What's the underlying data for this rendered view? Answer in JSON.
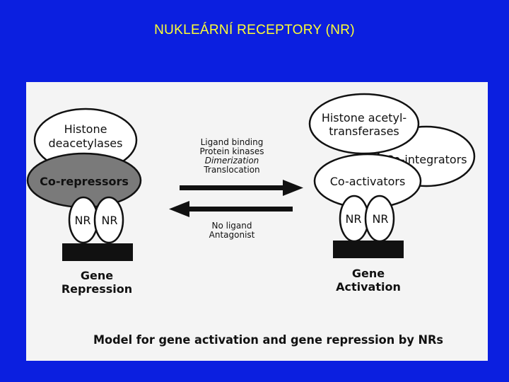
{
  "slide": {
    "title": "NUKLEÁRNÍ RECEPTORY (NR)"
  },
  "left": {
    "histone_line1": "Histone",
    "histone_line2": "deacetylases",
    "corepressors": "Co-repressors",
    "nr_a": "NR",
    "nr_b": "NR",
    "gene_line1": "Gene",
    "gene_line2": "Repression"
  },
  "middle": {
    "top_lines": [
      "Ligand binding",
      "Protein kinases",
      "Dimerization",
      "Translocation"
    ],
    "bottom_lines": [
      "No ligand",
      "Antagonist"
    ]
  },
  "right": {
    "hat_line1": "Histone acetyl-",
    "hat_line2": "transferases",
    "cointegrators": "Co-integrators",
    "coactivators": "Co-activators",
    "nr_a": "NR",
    "nr_b": "NR",
    "gene_line1": "Gene",
    "gene_line2": "Activation"
  },
  "caption": "Model for gene activation and gene repression by NRs",
  "colors": {
    "background": "#0b1fe0",
    "title": "#ffff33",
    "corepressor_fill": "#7a7a7a"
  }
}
